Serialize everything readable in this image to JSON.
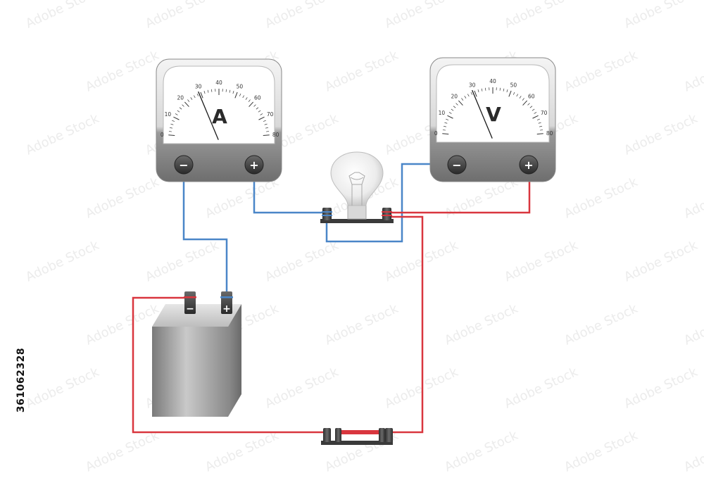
{
  "ammeter": {
    "letter": "A",
    "scale_labels": [
      "0",
      "10",
      "20",
      "30",
      "40",
      "50",
      "60",
      "70",
      "80"
    ],
    "needle_value": 29,
    "minus_sign": "−",
    "plus_sign": "+"
  },
  "voltmeter": {
    "letter": "V",
    "scale_labels": [
      "0",
      "10",
      "20",
      "30",
      "40",
      "50",
      "60",
      "70",
      "80"
    ],
    "needle_value": 29,
    "minus_sign": "−",
    "plus_sign": "+"
  },
  "battery": {
    "minus_sign": "−",
    "plus_sign": "+"
  },
  "wires": {
    "negative_color": "#4a86c8",
    "positive_color": "#d9363e"
  },
  "watermark": {
    "stock_id": "361062328",
    "repeated_text": "Adobe Stock"
  }
}
